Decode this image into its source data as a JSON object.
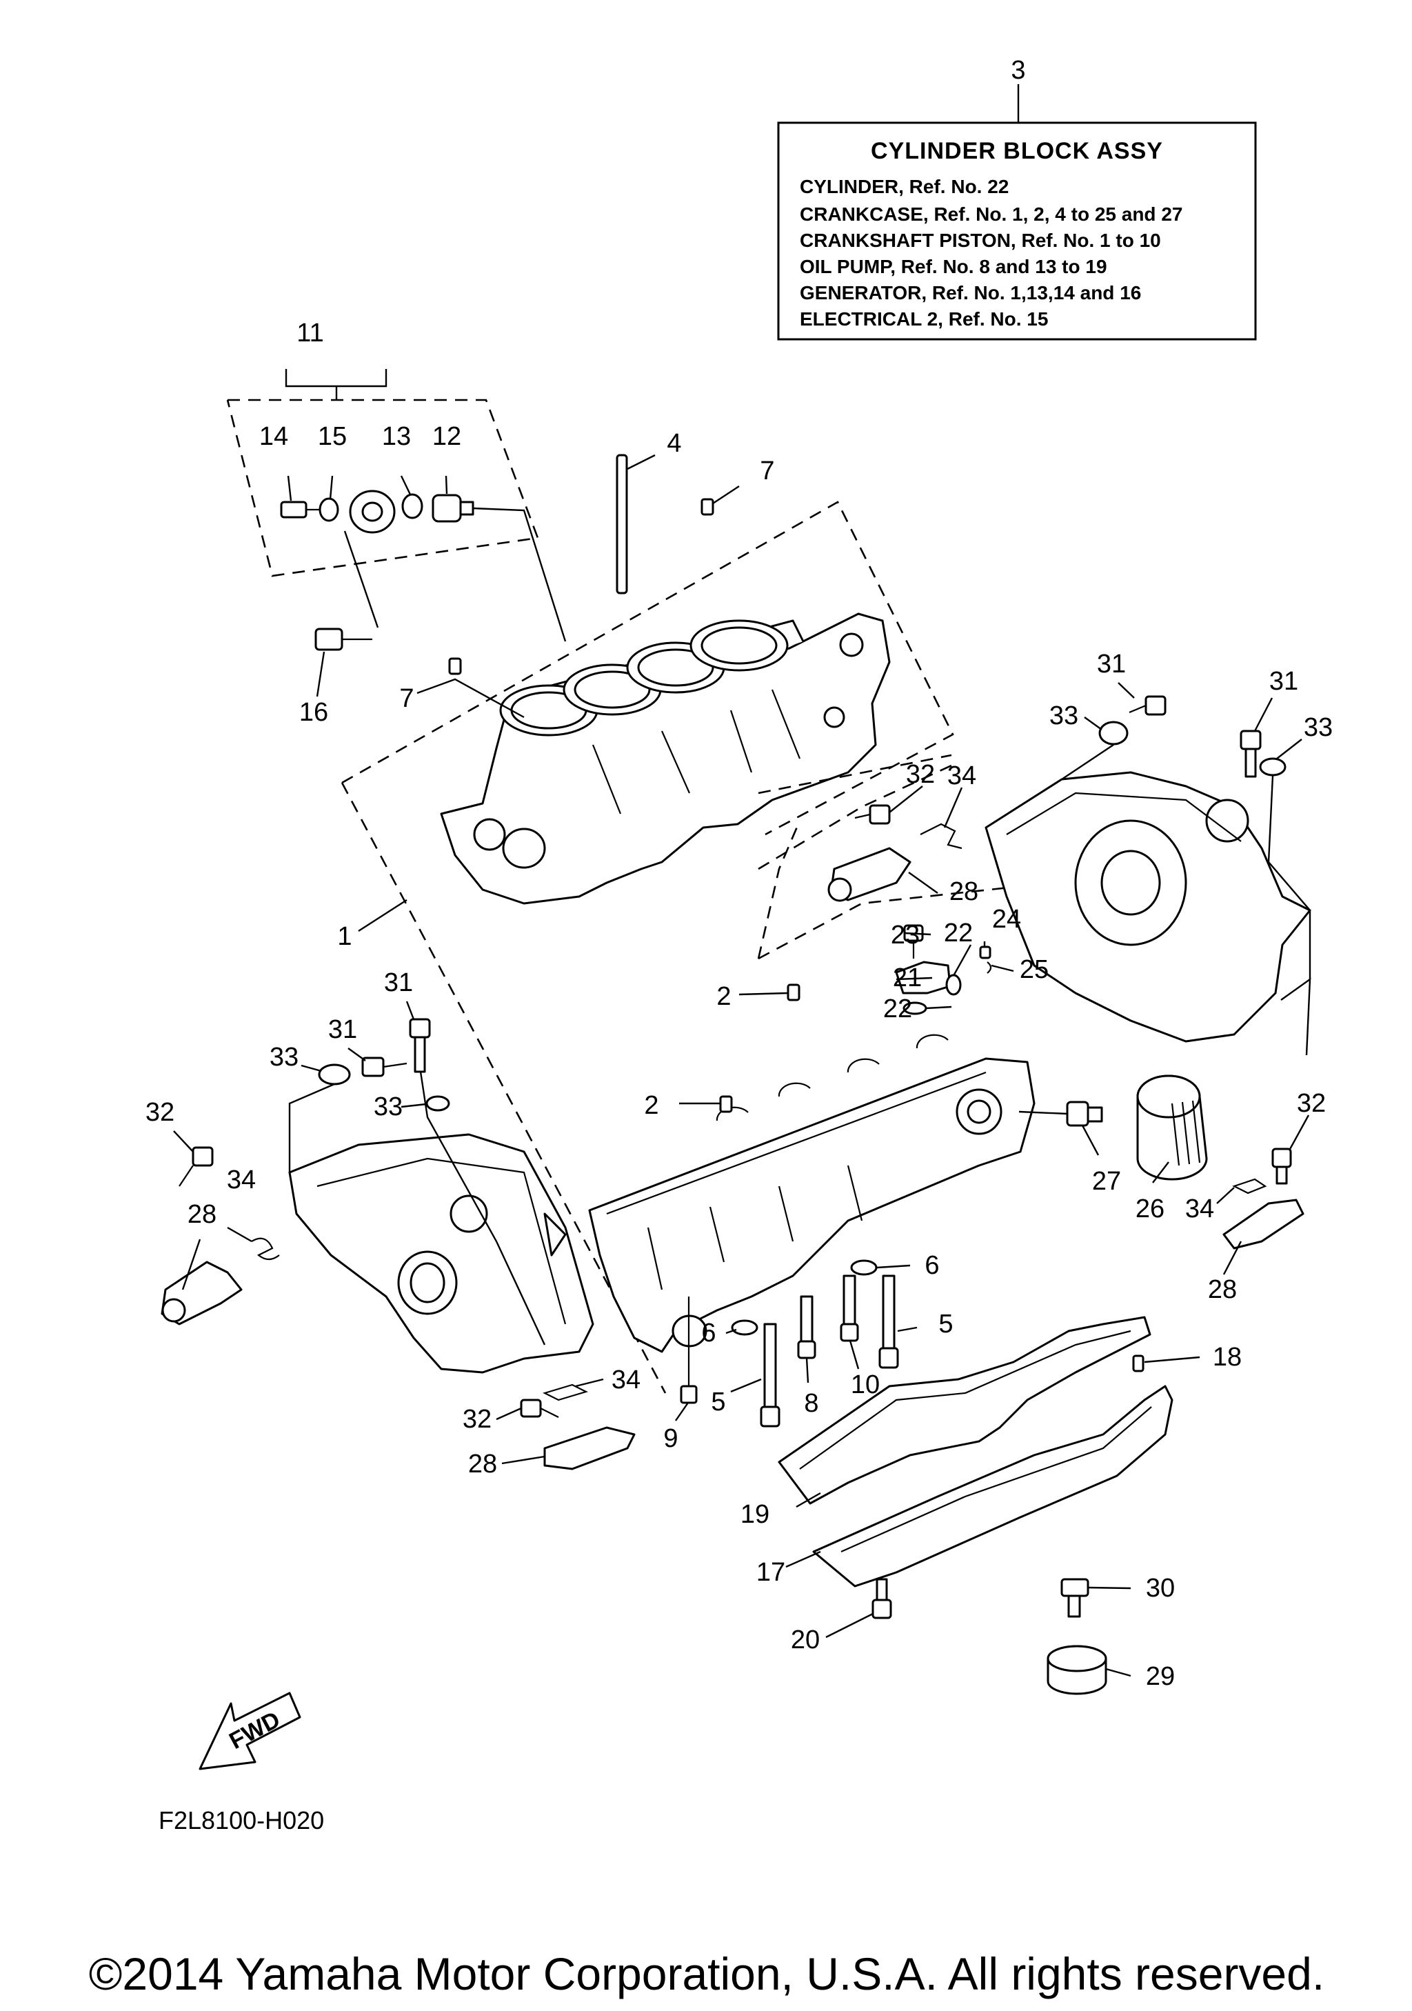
{
  "legend": {
    "ref": "3",
    "title": "CYLINDER BLOCK ASSY",
    "lines": [
      "CYLINDER, Ref. No. 22",
      "CRANKCASE, Ref. No. 1, 2, 4 to 25 and 27",
      "CRANKSHAFT PISTON, Ref. No. 1 to 10",
      "OIL PUMP, Ref. No. 8 and 13 to 19",
      "GENERATOR, Ref. No. 1,13,14 and 16",
      "ELECTRICAL 2, Ref. No. 15"
    ]
  },
  "callouts": {
    "c1": "1",
    "c2a": "2",
    "c2b": "2",
    "c3": "3",
    "c4": "4",
    "c5a": "5",
    "c5b": "5",
    "c6a": "6",
    "c6b": "6",
    "c7a": "7",
    "c7b": "7",
    "c8": "8",
    "c9": "9",
    "c10": "10",
    "c11": "11",
    "c12": "12",
    "c13": "13",
    "c14": "14",
    "c15": "15",
    "c16": "16",
    "c17": "17",
    "c18": "18",
    "c19": "19",
    "c20": "20",
    "c21": "21",
    "c22a": "22",
    "c22b": "22",
    "c23": "23",
    "c24": "24",
    "c25": "25",
    "c26": "26",
    "c27": "27",
    "c28a": "28",
    "c28b": "28",
    "c28c": "28",
    "c28d": "28",
    "c29": "29",
    "c30": "30",
    "c31a": "31",
    "c31b": "31",
    "c31c": "31",
    "c31d": "31",
    "c32a": "32",
    "c32b": "32",
    "c32c": "32",
    "c32d": "32",
    "c33a": "33",
    "c33b": "33",
    "c33c": "33",
    "c33d": "33",
    "c34a": "34",
    "c34b": "34",
    "c34c": "34",
    "c34d": "34"
  },
  "fwd_label": "FWD",
  "diagram_code": "F2L8100-H020",
  "copyright": "©2014 Yamaha Motor Corporation, U.S.A. All rights reserved."
}
